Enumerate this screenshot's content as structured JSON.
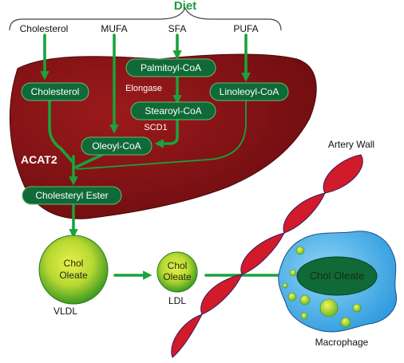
{
  "diet": {
    "title": "Diet",
    "sources": [
      "Cholesterol",
      "MUFA",
      "SFA",
      "PUFA"
    ]
  },
  "liver": {
    "nodes": {
      "cholesterol": "Cholesterol",
      "palmitoyl": "Palmitoyl-CoA",
      "stearoyl": "Stearoyl-CoA",
      "linoleoyl": "Linoleoyl-CoA",
      "oleoyl": "Oleoyl-CoA",
      "cholesteryl_ester": "Cholesteryl Ester"
    },
    "enzymes": {
      "elongase": "Elongase",
      "scd1": "SCD1",
      "acat2": "ACAT2"
    }
  },
  "particles": {
    "vldl": {
      "content": [
        "Chol",
        "Oleate"
      ],
      "label": "VLDL"
    },
    "ldl": {
      "content": [
        "Chol",
        "Oleate"
      ],
      "label": "LDL"
    }
  },
  "artery_wall": {
    "label": "Artery Wall"
  },
  "macrophage": {
    "content": "Chol Oleate",
    "label": "Macrophage"
  },
  "colors": {
    "arrow": "#19a33c",
    "liver": "#8a1214",
    "pill": "#0f6a38",
    "artery": "#d11b2a",
    "cell": "#2e9ee0"
  }
}
